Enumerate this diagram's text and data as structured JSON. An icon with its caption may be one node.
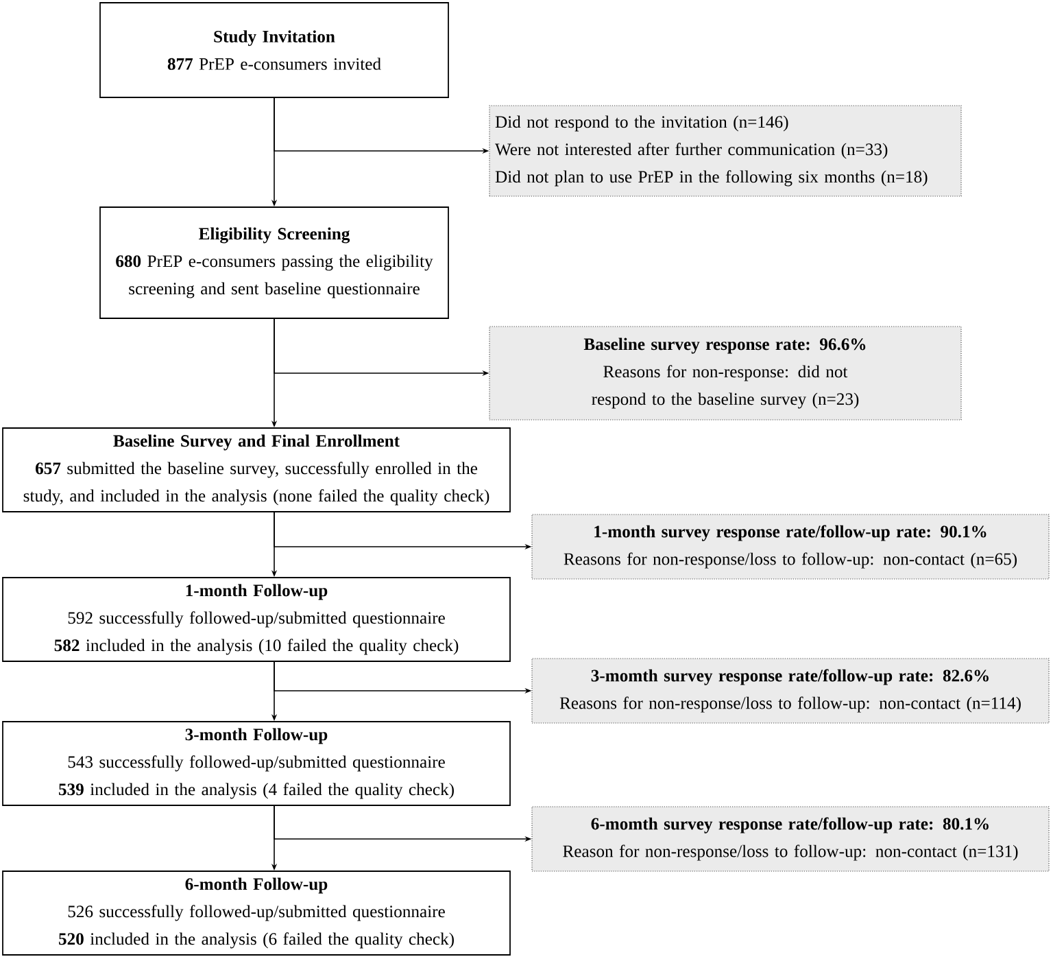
{
  "diagram": {
    "nodes": [
      {
        "text": [
          "Study Invitation",
          "**877** PrEP e-consumers invited"
        ]
      },
      {
        "text": [
          "Did not respond to the invitation (n=146)",
          "Were not interested after further communication (n=33)",
          "Did not plan to use PrEP in the following six months (n=18)"
        ]
      },
      {
        "text": [
          "Eligibility Screening",
          "**680** PrEP e-consumers passing the eligibility screening and sent baseline questionnaire"
        ]
      },
      {
        "text": [
          "Baseline survey response rate: 96.6%",
          "Reasons for non-response: did not respond to the baseline survey (n=23)"
        ]
      },
      {
        "text": [
          "Baseline Survey and Final Enrollment",
          "**657** submitted the baseline survey, successfully enrolled in the study, and included in the analysis (none failed the quality check)"
        ]
      },
      {
        "text": [
          "1-month survey response rate/follow-up rate: 90.1%",
          "Reasons for non-response/loss to follow-up: non-contact (n=65)"
        ]
      },
      {
        "text": [
          "1-month Follow-up",
          "592 successfully followed-up/submitted questionnaire",
          "**582** included in the analysis (10 failed the quality check)"
        ]
      },
      {
        "text": [
          "3-momth survey response rate/follow-up rate: 82.6%",
          "Reasons for non-response/loss to follow-up: non-contact (n=114)"
        ]
      },
      {
        "text": [
          "3-month Follow-up",
          "543 successfully followed-up/submitted questionnaire",
          "**539** included in the analysis (4 failed the quality check)"
        ]
      },
      {
        "text": [
          "6-momth survey response rate/follow-up rate: 80.1%",
          "Reason for non-response/loss to follow-up: non-contact (n=131)"
        ]
      },
      {
        "text": [
          "6-month Follow-up",
          "526 successfully followed-up/submitted questionnaire",
          "**520** included in the analysis (6 failed the quality check)"
        ]
      }
    ],
    "edges": [
      {
        "from": 0,
        "to": 2,
        "arrow": "to"
      },
      {
        "from": 0,
        "to": 1,
        "arrow": "to"
      },
      {
        "from": 2,
        "to": 4,
        "arrow": "to"
      },
      {
        "from": 2,
        "to": 3,
        "arrow": "to"
      },
      {
        "from": 4,
        "to": 6,
        "arrow": "to"
      },
      {
        "from": 4,
        "to": 5,
        "arrow": "to"
      },
      {
        "from": 6,
        "to": 8,
        "arrow": "to"
      },
      {
        "from": 6,
        "to": 7,
        "arrow": "to"
      },
      {
        "from": 8,
        "to": 10,
        "arrow": "to"
      },
      {
        "from": 8,
        "to": 9,
        "arrow": "to"
      }
    ]
  }
}
